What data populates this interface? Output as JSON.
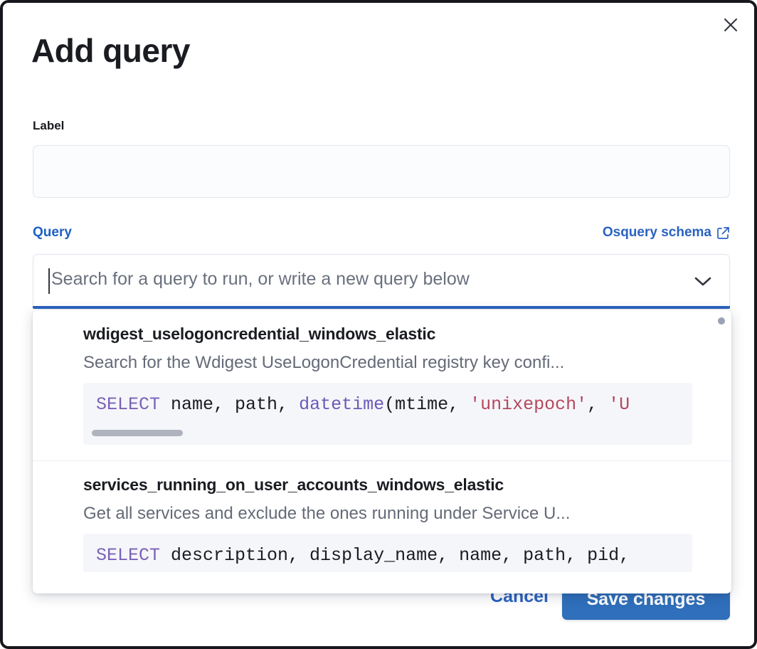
{
  "modal": {
    "title": "Add query",
    "close_icon": "close-icon"
  },
  "label_field": {
    "label": "Label",
    "value": "",
    "placeholder": ""
  },
  "query_field": {
    "label": "Query",
    "schema_link": {
      "text": "Osquery schema",
      "icon": "external-link-icon"
    },
    "combobox": {
      "placeholder": "Search for a query to run, or write a new query below",
      "value": "",
      "chevron_icon": "chevron-down-icon",
      "expanded": true
    }
  },
  "dropdown": {
    "options": [
      {
        "title": "wdigest_uselogoncredential_windows_elastic",
        "description": "Search for the Wdigest UseLogonCredential registry key confi...",
        "code_tokens": [
          {
            "t": "SELECT",
            "k": "kw"
          },
          {
            "t": " name, path, ",
            "k": "punct"
          },
          {
            "t": "datetime",
            "k": "fn"
          },
          {
            "t": "(mtime, ",
            "k": "punct"
          },
          {
            "t": "'unixepoch'",
            "k": "str"
          },
          {
            "t": ", ",
            "k": "punct"
          },
          {
            "t": "'U",
            "k": "str"
          }
        ],
        "has_horizontal_scrollbar": true
      },
      {
        "title": "services_running_on_user_accounts_windows_elastic",
        "description": "Get all services and exclude the ones running under Service U...",
        "code_tokens": [
          {
            "t": "SELECT",
            "k": "kw"
          },
          {
            "t": " description, display_name, name, path, pid,",
            "k": "punct"
          }
        ],
        "has_horizontal_scrollbar": false
      }
    ]
  },
  "footer": {
    "cancel_label": "Cancel",
    "save_label": "Save changes"
  },
  "colors": {
    "accent_blue": "#2a62bf",
    "save_button": "#2f6fbb",
    "title_text": "#1a1c21",
    "muted_text": "#646a77",
    "code_bg": "#f5f6fa",
    "sql_keyword": "#7b61b5",
    "sql_string": "#b5485d"
  }
}
